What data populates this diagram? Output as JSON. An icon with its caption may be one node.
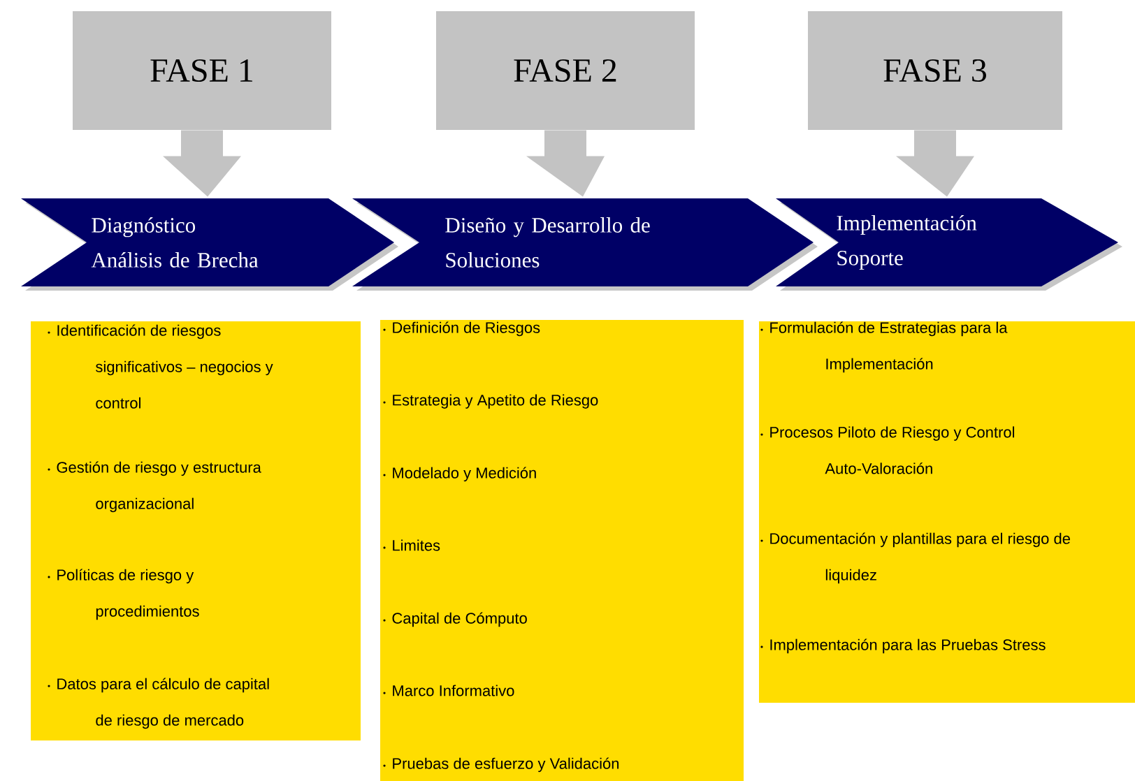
{
  "diagram": {
    "nodes": [
      {
        "text": [
          "FASE 1"
        ]
      },
      {
        "text": [
          "FASE 2"
        ]
      },
      {
        "text": [
          "FASE 3"
        ]
      },
      {
        "text": [
          "Diagnóstico Análisis de Brecha"
        ]
      },
      {
        "text": [
          "Diseño y Desarrollo de Soluciones"
        ]
      },
      {
        "text": [
          "Implementación Soporte"
        ]
      },
      {
        "text": [
          "Identificación de riesgos significativos – negocios y control",
          "Gestión de riesgo y estructura organizacional",
          "Políticas de riesgo y procedimientos",
          "Datos para el cálculo de capital de riesgo de mercado"
        ]
      },
      {
        "text": [
          "Definición de Riesgos",
          "Estrategia y Apetito de Riesgo",
          "Modelado y Medición",
          "Limites",
          "Capital de Cómputo",
          "Marco Informativo",
          "Pruebas de esfuerzo y Validación"
        ]
      },
      {
        "text": [
          "Formulación de Estrategias para la Implementación",
          "Procesos Piloto de Riesgo y Control Auto-Valoración",
          "Documentación y plantillas para el riesgo de liquidez",
          "Implementación para las Pruebas Stress"
        ]
      }
    ],
    "edges": [
      {
        "from": 0,
        "to": 3,
        "arrow": "to"
      },
      {
        "from": 1,
        "to": 4,
        "arrow": "to"
      },
      {
        "from": 2,
        "to": 5,
        "arrow": "to"
      }
    ]
  }
}
